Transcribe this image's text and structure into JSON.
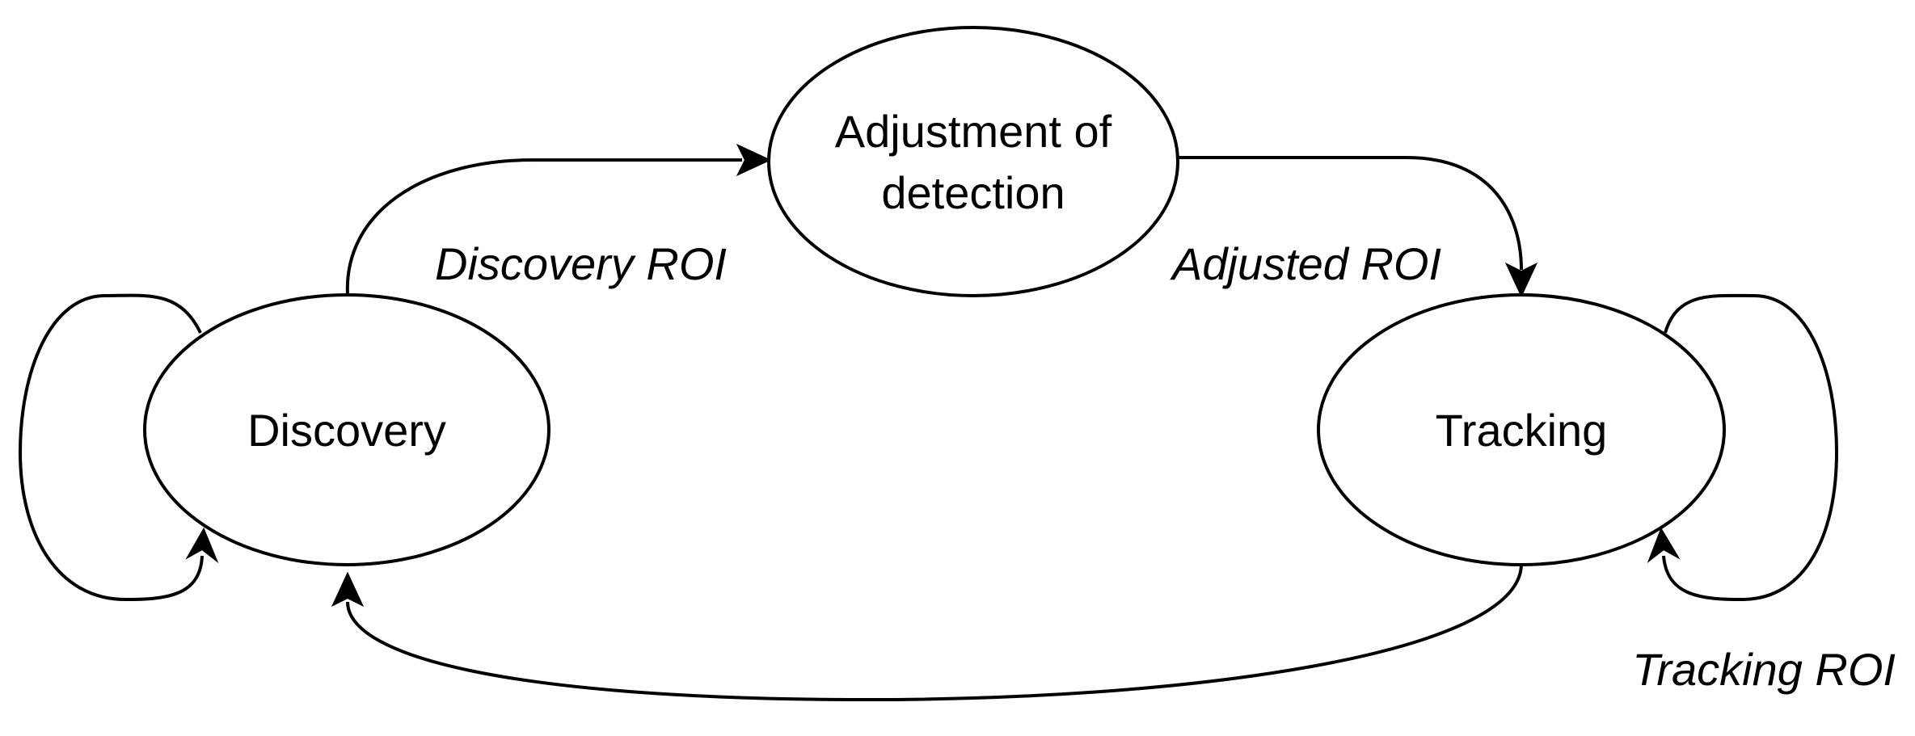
{
  "nodes": {
    "adjustment": {
      "line1": "Adjustment of",
      "line2": "detection"
    },
    "discovery": {
      "label": "Discovery"
    },
    "tracking": {
      "label": "Tracking"
    }
  },
  "edges": {
    "discovery_to_adjustment": "Discovery ROI",
    "adjustment_to_tracking": "Adjusted ROI",
    "tracking_to_discovery": "Tracking ROI"
  },
  "colors": {
    "stroke": "#000000",
    "background": "#ffffff"
  }
}
